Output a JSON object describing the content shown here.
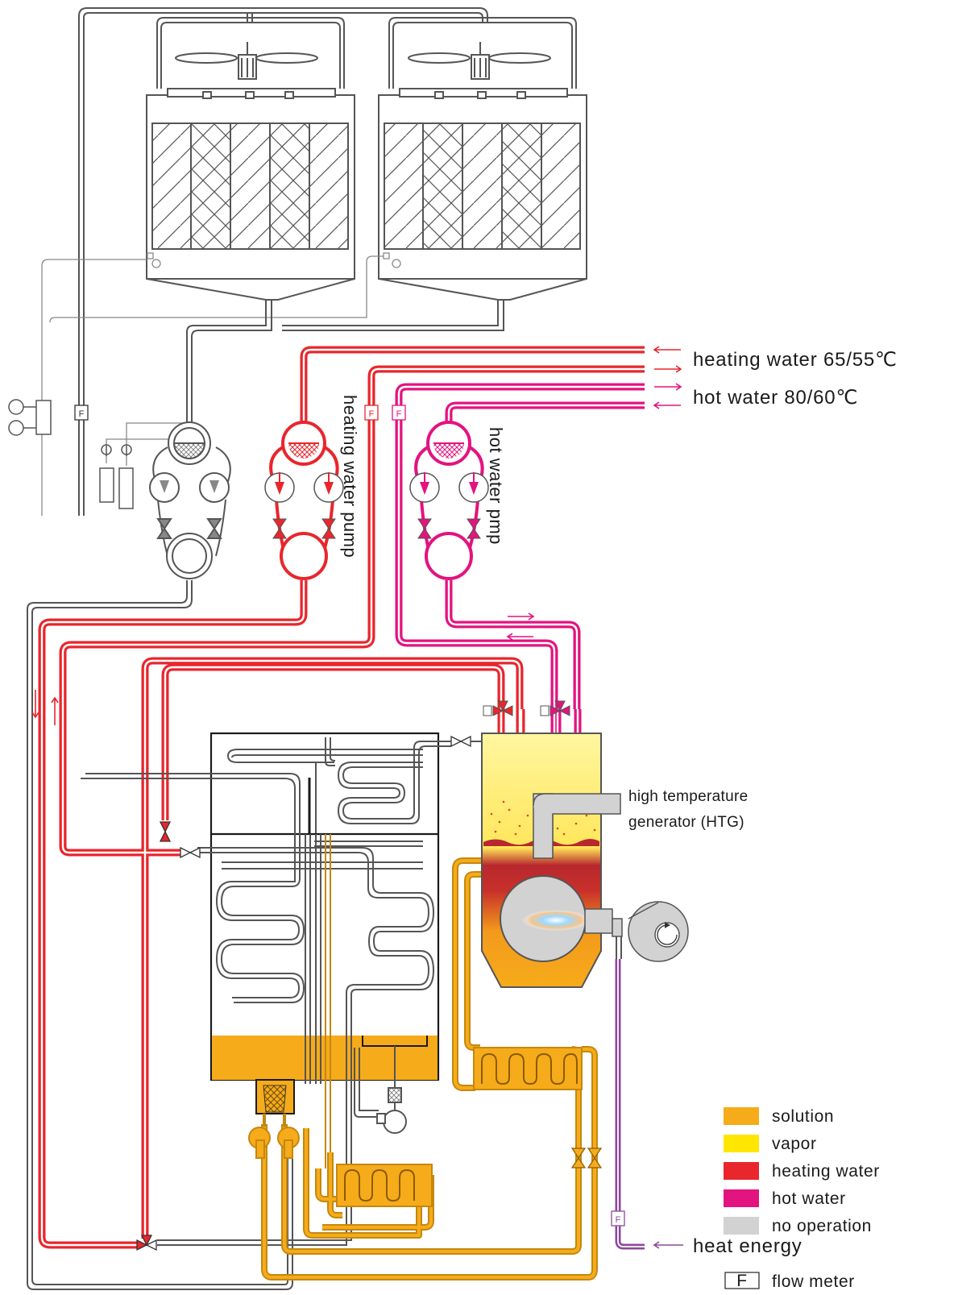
{
  "labels": {
    "heating_water": "heating water 65/55℃",
    "hot_water": "hot water 80/60℃",
    "heating_water_pump": "heating water pump",
    "hot_water_pump": "hot water pmp",
    "htg_line1": "high temperature",
    "htg_line2": "generator (HTG)",
    "heat_energy": "heat energy",
    "flow_meter_symbol": "F"
  },
  "legend": [
    {
      "label": "solution",
      "color": "#f6ab1a"
    },
    {
      "label": "vapor",
      "color": "#ffe600"
    },
    {
      "label": "heating water",
      "color": "#e8262c"
    },
    {
      "label": "hot water",
      "color": "#e3137f"
    },
    {
      "label": "no operation",
      "color": "#d2d2d2"
    },
    {
      "label": "flow meter",
      "symbol": "F"
    }
  ],
  "colors": {
    "solution": "#f6ab1a",
    "vapor": "#ffe600",
    "heating_water": "#e8262c",
    "hot_water": "#e3137f",
    "no_operation": "#d2d2d2",
    "heat_energy": "#8c4a9c",
    "outline": "#4a4a4a"
  }
}
